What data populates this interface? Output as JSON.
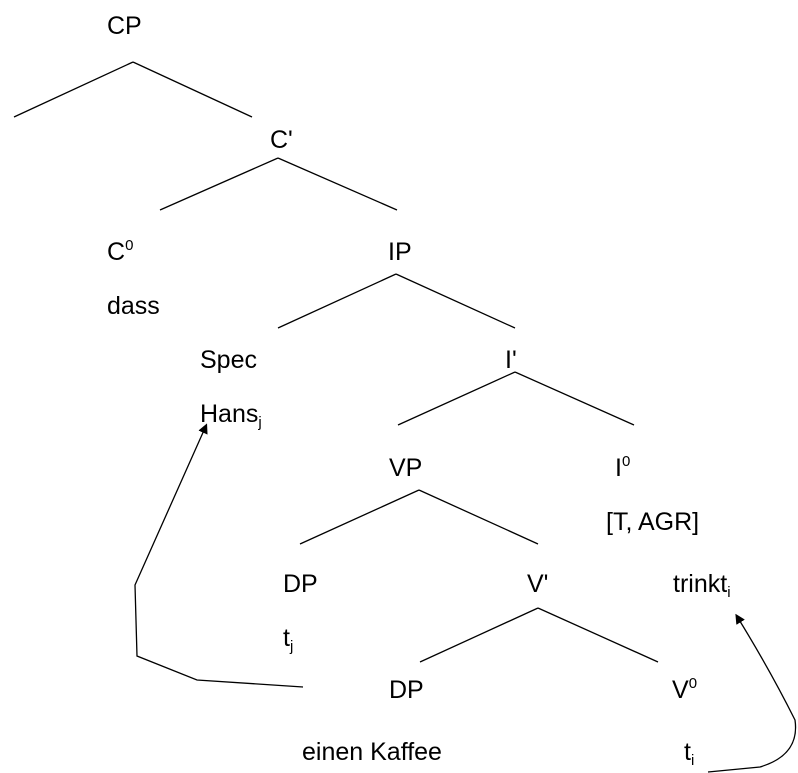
{
  "nodes": {
    "cp": "CP",
    "c_bar": "C'",
    "c0": "C",
    "c0_sup": "0",
    "dass": "dass",
    "ip": "IP",
    "spec": "Spec",
    "hans": "Hans",
    "hans_sub": "j",
    "i_bar": "I'",
    "vp": "VP",
    "i0": "I",
    "i0_sup": "0",
    "t_agr": "[T, AGR]",
    "dp_upper": "DP",
    "v_bar": "V'",
    "trinkt": "trinkt",
    "trinkt_sub": "i",
    "t_j": "t",
    "t_j_sub": "j",
    "dp_lower": "DP",
    "v0": "V",
    "v0_sup": "0",
    "einen_kaffee": "einen Kaffee",
    "t_i": "t",
    "t_i_sub": "i"
  },
  "colors": {
    "line": "#000000",
    "text": "#000000",
    "background": "#ffffff"
  }
}
